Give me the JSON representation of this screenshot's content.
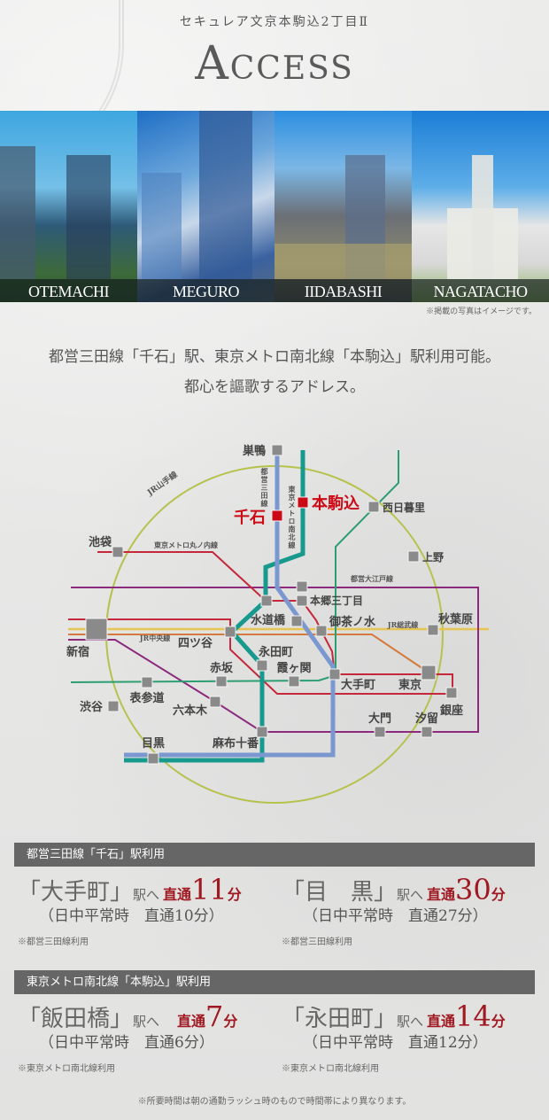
{
  "header": {
    "subtitle": "セキュレア文京本駒込2丁目Ⅱ",
    "title": "Access"
  },
  "photos": [
    {
      "label": "OTEMACHI"
    },
    {
      "label": "MEGURO"
    },
    {
      "label": "IIDABASHI"
    },
    {
      "label": "NAGATACHO"
    }
  ],
  "photo_note": "※掲載の写真はイメージです。",
  "lead": {
    "line1": "都営三田線「千石」駅、東京メトロ南北線「本駒込」駅利用可能。",
    "line2": "都心を謳歌するアドレス。"
  },
  "map": {
    "colors": {
      "yamanote": "#b7c24e",
      "mita": "#7b97d0",
      "namboku": "#17998d",
      "chiyoda": "#2d9e72",
      "marunouchi": "#c4283a",
      "oedo": "#8c2b7d",
      "jr_chuo_sobu": "#e8c452",
      "jr_chuo_rapid": "#d47a3c",
      "station": "#8a8a8a",
      "highlight": "#cc0a16"
    },
    "line_labels": {
      "yamanote": "JR山手線",
      "mita": "都営三田線",
      "namboku": "東京メトロ南北線",
      "marunouchi": "東京メトロ丸ノ内線",
      "oedo": "都営大江戸線",
      "sobu": "JR総武線",
      "chuo": "JR中央線"
    },
    "stations": {
      "sugamo": "巣鴨",
      "sengoku": "千石",
      "honkomagome": "本駒込",
      "nishinippori": "西日暮里",
      "ikebukuro": "池袋",
      "ueno": "上野",
      "hongo": "本郷三丁目",
      "suidobashi": "水道橋",
      "ochanomizu": "御茶ノ水",
      "akihabara": "秋葉原",
      "shinjuku": "新宿",
      "yotsuya": "四ツ谷",
      "nagatacho": "永田町",
      "akasaka": "赤坂",
      "kasumigaseki": "霞ヶ関",
      "otemachi": "大手町",
      "tokyo": "東京",
      "ginza": "銀座",
      "omotesando": "表参道",
      "shibuya": "渋谷",
      "roppongi": "六本木",
      "azabujuban": "麻布十番",
      "daimon": "大門",
      "shiodome": "汐留",
      "meguro": "目黒"
    }
  },
  "sections": [
    {
      "title": "都営三田線「千石」駅利用",
      "routes": [
        {
          "dest": "「大手町」",
          "suffix": "駅へ",
          "direct": "直通",
          "minutes": "11",
          "unit": "分",
          "sub": "（日中平常時　直通10分）",
          "note": "※都営三田線利用"
        },
        {
          "dest": "「目　黒」",
          "suffix": "駅へ",
          "direct": "直通",
          "minutes": "30",
          "unit": "分",
          "sub": "（日中平常時　直通27分）",
          "note": "※都営三田線利用"
        }
      ]
    },
    {
      "title": "東京メトロ南北線「本駒込」駅利用",
      "routes": [
        {
          "dest": "「飯田橋」",
          "suffix": "駅へ",
          "direct": "直通",
          "minutes": "7",
          "unit": "分",
          "sub": "（日中平常時　直通6分）",
          "note": "※東京メトロ南北線利用"
        },
        {
          "dest": "「永田町」",
          "suffix": "駅へ",
          "direct": "直通",
          "minutes": "14",
          "unit": "分",
          "sub": "（日中平常時　直通12分）",
          "note": "※東京メトロ南北線利用"
        }
      ]
    }
  ],
  "footnote": "※所要時間は朝の通勤ラッシュ時のもので時間帯により異なります。"
}
